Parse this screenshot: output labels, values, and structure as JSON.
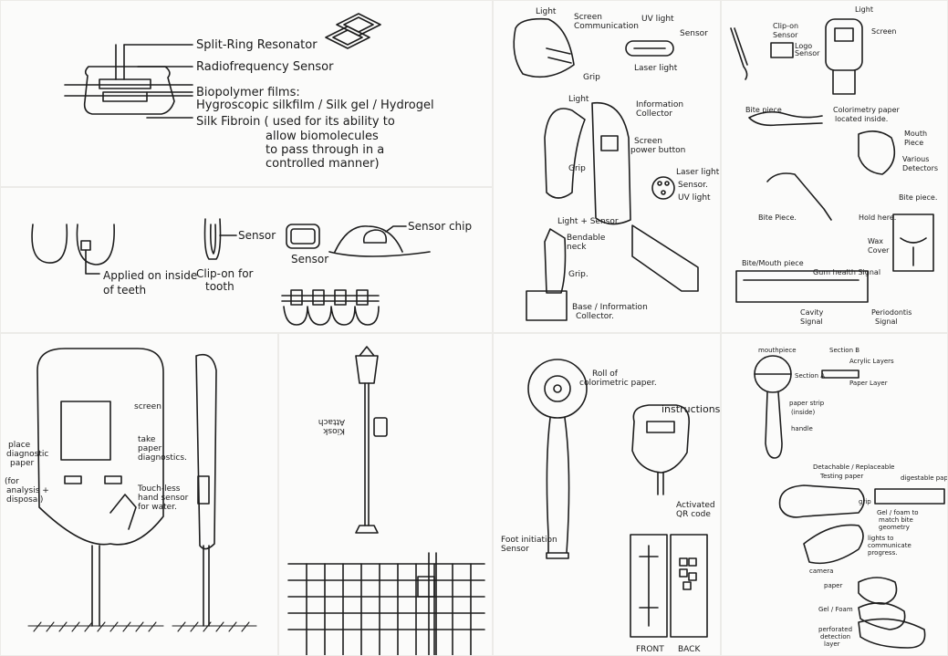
{
  "panel1": {
    "labels": [
      "Split-Ring Resonator",
      "Radiofrequency Sensor",
      "Biopolymer films:",
      "Hygroscopic silkfilm / Silk gel / Hydrogel",
      "Silk Fibroin ( used for its ability to",
      "allow biomolecules",
      "to pass through in a",
      "controlled manner)"
    ]
  },
  "panel2": {
    "labels": [
      "Applied on inside",
      "of teeth",
      "Sensor",
      "Clip-on for",
      "tooth",
      "Sensor",
      "Sensor chip"
    ]
  },
  "panel3": {
    "labels": [
      "Light",
      "Screen",
      "Communication",
      "Grip",
      "UV light",
      "Sensor",
      "Laser light",
      "Light",
      "Information",
      "Collector",
      "Screen",
      "power button",
      "Grip",
      "Laser light",
      "Sensor.",
      "UV light",
      "Light + Sensor",
      "Bendable",
      "neck",
      "Grip.",
      "Base / Information",
      "Collector."
    ]
  },
  "panel4": {
    "labels": [
      "Light",
      "Screen",
      "Clip-on",
      "Sensor",
      "Logo",
      "Sensor",
      "Bite piece",
      "Colorimetry paper",
      "located inside.",
      "Mouth",
      "Piece",
      "Various",
      "Detectors",
      "Bite Piece.",
      "Hold here.",
      "Bite piece.",
      "Wax",
      "Cover",
      "Bite/Mouth piece",
      "Gum health Signal",
      "Cavity",
      "Signal",
      "Periodontis",
      "Signal"
    ]
  },
  "panel5": {
    "labels": [
      "screen",
      "place",
      "diagnostic",
      "paper",
      "(for",
      "analysis +",
      "disposal)",
      "take",
      "paper",
      "diagnostics.",
      "Touch-less",
      "hand sensor",
      "for water."
    ]
  },
  "panel6": {
    "labels": [
      "Attach",
      "Kiosk"
    ]
  },
  "panel7": {
    "labels": [
      "Roll of",
      "colorimetric paper.",
      "instructions",
      "Activated",
      "QR code",
      "Foot initiation",
      "Sensor",
      "FRONT",
      "BACK"
    ]
  },
  "panel8": {
    "labels": [
      "mouthpiece",
      "Section A",
      "Section B",
      "Acrylic Layers",
      "Paper Layer",
      "paper strip",
      "(inside)",
      "handle",
      "Detachable / Replaceable",
      "Testing paper",
      "grip",
      "digestable paper",
      "Gel / foam to",
      "match bite",
      "geometry",
      "lights to",
      "communicate",
      "progress.",
      "camera",
      "paper",
      "Gel / Foam",
      "perforated",
      "detection",
      "layer"
    ]
  }
}
